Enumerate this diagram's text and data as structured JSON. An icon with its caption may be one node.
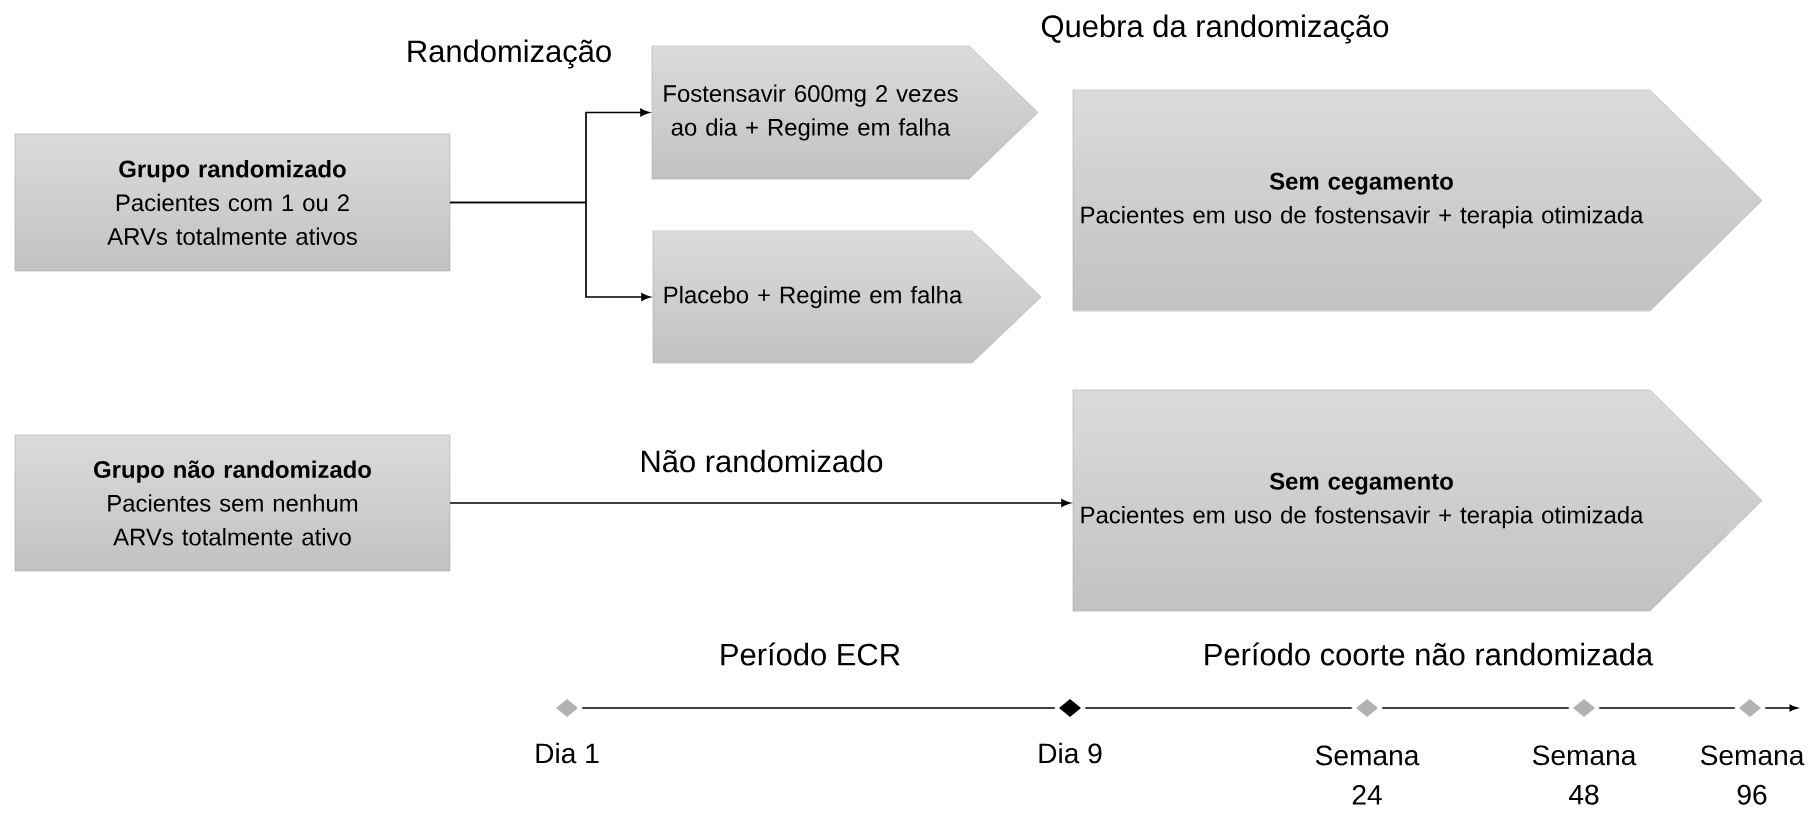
{
  "diagram": {
    "nodes": [
      {
        "text": [
          "Grupo randomizado",
          "Pacientes com 1 ou 2 ARVs totalmente ativos"
        ]
      },
      {
        "text": [
          "Fostensavir 600mg 2 vezes ao dia + Regime em falha"
        ]
      },
      {
        "text": [
          "Placebo + Regime em falha"
        ]
      },
      {
        "text": [
          "Sem cegamento",
          "Pacientes em uso de fostensavir + terapia otimizada"
        ]
      },
      {
        "text": [
          "Grupo não randomizado",
          "Pacientes sem nenhum ARVs totalmente ativo"
        ]
      },
      {
        "text": [
          "Sem cegamento",
          "Pacientes em uso de fostensavir + terapia otimizada"
        ]
      }
    ],
    "edges": [
      {
        "from": 0,
        "to": 1,
        "arrow": "to"
      },
      {
        "from": 0,
        "to": 2,
        "arrow": "to"
      },
      {
        "from": 4,
        "to": 5,
        "arrow": "to",
        "label": "Não randomizado"
      }
    ],
    "labels": [
      "Quebra da randomização",
      "Randomização",
      "Período ECR",
      "Período coorte não randomizada",
      "Dia 1",
      "Dia 9",
      "Semana 24",
      "Semana 48",
      "Semana 96"
    ]
  }
}
